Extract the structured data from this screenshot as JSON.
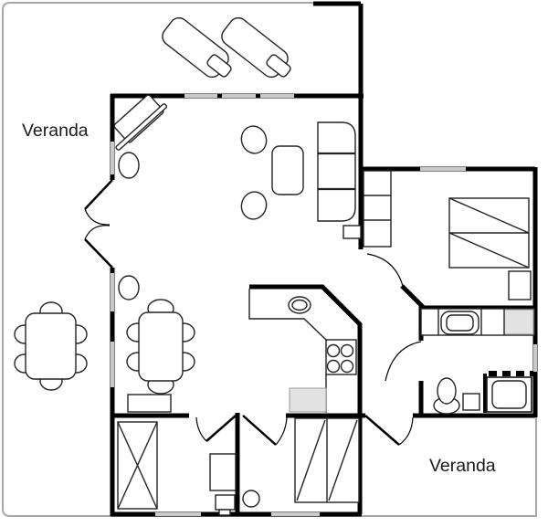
{
  "plan": {
    "labels": {
      "veranda_left": "Veranda",
      "veranda_bottom_right": "Veranda"
    },
    "colors": {
      "wall": "#000000",
      "window": "#c9c9c9",
      "plot_boundary": "#a8a8a8",
      "appliance_fill": "#e2e2e2",
      "background": "#ffffff",
      "text": "#1a1a1a"
    },
    "rooms": [
      "veranda-left",
      "veranda-top",
      "living-room",
      "dining-area",
      "kitchen",
      "bedroom",
      "bathroom",
      "hallway",
      "storage-room-left",
      "storage-room-right",
      "veranda-bottom-right"
    ],
    "symbols": [
      "lounge-chair",
      "lounge-chair",
      "diagonal-desk",
      "armchair",
      "armchair",
      "armchair",
      "armchair",
      "coffee-table",
      "sofa-3-seat",
      "side-table",
      "dining-table-6-chairs",
      "veranda-table-6-chairs",
      "sideboard",
      "kitchen-counter",
      "kitchen-sink",
      "stove-4-burners",
      "dishwasher",
      "wardrobe-3-shelf",
      "double-bed",
      "nightstand",
      "bathroom-vanity",
      "bathroom-sink",
      "washing-machine",
      "toilet",
      "shower",
      "wardrobe-crossed",
      "small-desk",
      "stool",
      "wardrobe-2-door",
      "floor-lamp"
    ]
  }
}
